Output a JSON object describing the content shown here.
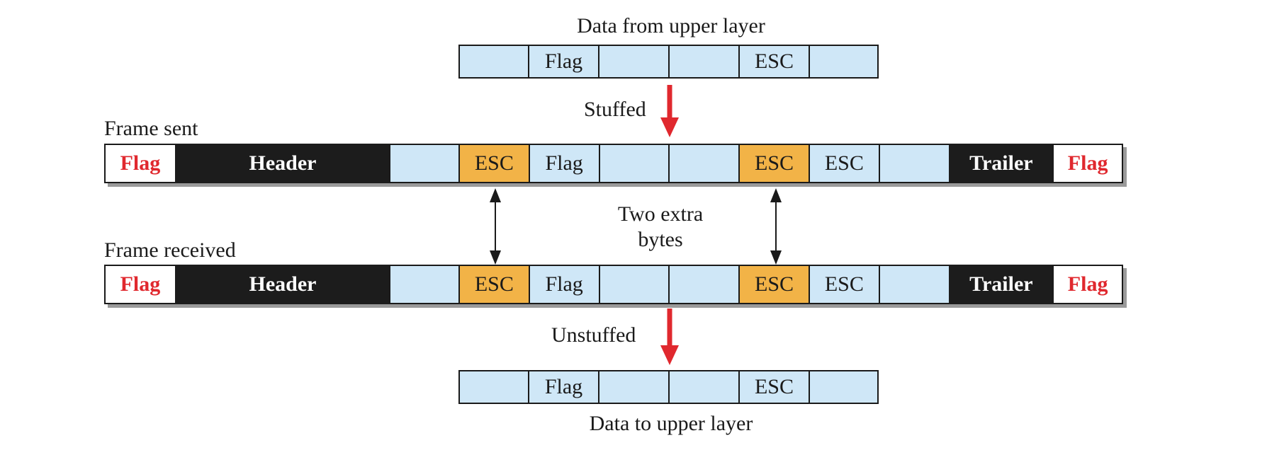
{
  "labels": {
    "data_from_upper": "Data from upper layer",
    "stuffed": "Stuffed",
    "frame_sent": "Frame sent",
    "two_extra_line1": "Two extra",
    "two_extra_line2": "bytes",
    "frame_received": "Frame received",
    "unstuffed": "Unstuffed",
    "data_to_upper": "Data to upper layer"
  },
  "upper_data": [
    "",
    "Flag",
    "",
    "",
    "ESC",
    ""
  ],
  "frame_cells": [
    {
      "text": "Flag",
      "kind": "flag"
    },
    {
      "text": "Header",
      "kind": "header"
    },
    {
      "text": "",
      "kind": "data"
    },
    {
      "text": "ESC",
      "kind": "stuffed"
    },
    {
      "text": "Flag",
      "kind": "data"
    },
    {
      "text": "",
      "kind": "data"
    },
    {
      "text": "",
      "kind": "data"
    },
    {
      "text": "ESC",
      "kind": "stuffed"
    },
    {
      "text": "ESC",
      "kind": "data"
    },
    {
      "text": "",
      "kind": "data"
    },
    {
      "text": "Trailer",
      "kind": "trailer"
    },
    {
      "text": "Flag",
      "kind": "flag"
    }
  ],
  "colors": {
    "data": "#cfe7f7",
    "stuffed_esc": "#f2b347",
    "header_trailer": "#1c1c1c",
    "flag_text": "#e0282e",
    "arrow": "#e0282e"
  }
}
